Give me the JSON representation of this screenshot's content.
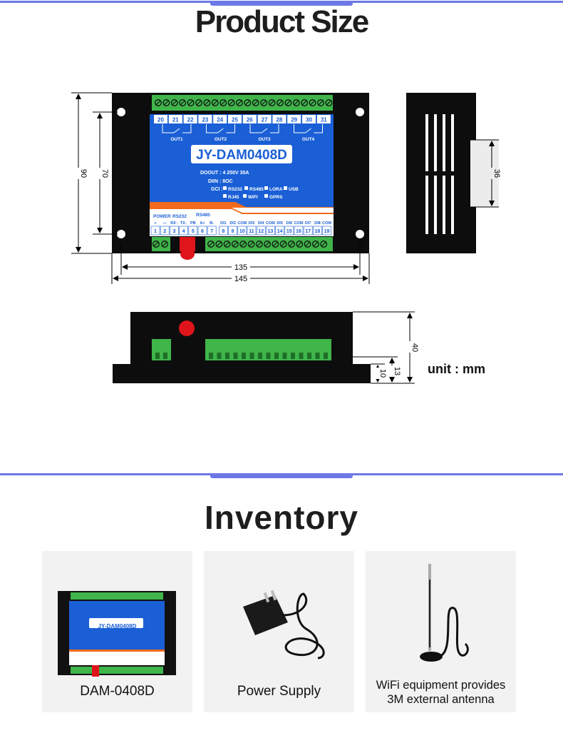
{
  "product_size": {
    "title": "Product Size",
    "model": "JY-DAM0408D",
    "outputs": [
      "OUT1",
      "OUT2",
      "OUT3",
      "OUT4"
    ],
    "top_terminals": [
      "20",
      "21",
      "22",
      "23",
      "24",
      "25",
      "26",
      "27",
      "28",
      "29",
      "30",
      "31"
    ],
    "spec_do": "DOOUT : 4 250V 30A",
    "spec_di": "DIIN : 8OC",
    "spec_gc_label": "GCI :",
    "comm_options": [
      "RS232",
      "RS485",
      "LORA",
      "USB",
      "RJ45",
      "WIFI",
      "GPRS"
    ],
    "bottom_group_labels": {
      "power": "POWER",
      "rs232": "RS232",
      "rs485": "RS485"
    },
    "bottom_labels": [
      "+",
      "—",
      "RX↑",
      "TX↓",
      "PB",
      "A+",
      "B-",
      "DI1",
      "DI2",
      "COM",
      "DI3",
      "DI4",
      "COM",
      "DI5",
      "DI6",
      "COM",
      "DI7",
      "DI8",
      "COM"
    ],
    "bottom_terminals": [
      "1",
      "2",
      "3",
      "4",
      "5",
      "6",
      "7",
      "8",
      "9",
      "10",
      "11",
      "12",
      "13",
      "14",
      "15",
      "16",
      "17",
      "18",
      "19"
    ],
    "dimensions": {
      "height_outer": "90",
      "height_holes": "70",
      "width_holes": "135",
      "width_outer": "145",
      "side_width": "36",
      "depth_total": "40",
      "depth_base": "13",
      "depth_flange": "10"
    },
    "unit": "unit : mm"
  },
  "inventory": {
    "title": "Inventory",
    "items": [
      {
        "label": "DAM-0408D"
      },
      {
        "label": "Power Supply"
      },
      {
        "label_line1": "WiFi equipment provides",
        "label_line2": "3M external antenna"
      }
    ]
  },
  "colors": {
    "accent": "#6b78e5",
    "panel_blue": "#1a5fd6",
    "terminal_green": "#3fb54a",
    "orange": "#f26a1b",
    "red": "#e0141b"
  }
}
